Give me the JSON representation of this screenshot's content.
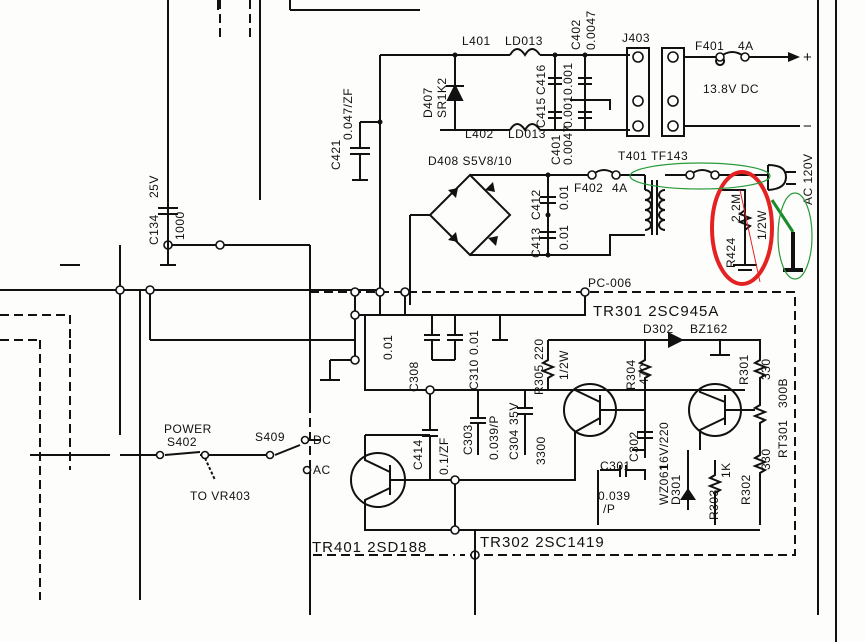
{
  "labels": {
    "l401": "L401",
    "ld013a": "LD013",
    "l402": "L402",
    "ld013b": "LD013",
    "c402": "C402",
    "c402v": "0.0047",
    "c416": "C416",
    "c415": "C415",
    "c416v": "0.001",
    "c415v": "0.001",
    "d407": "D407",
    "d407v": "SR1K2",
    "j403": "J403",
    "f401": "F401",
    "f401v": "4A",
    "plus": "+",
    "minus": "−",
    "dc138": "13.8V   DC",
    "c421": "C421",
    "c421v": "0.047/ZF",
    "d408": "D408  S5V8/10",
    "c401": "C401",
    "c401v": "0.0047",
    "t401": "T401  TF143",
    "f402": "F402",
    "f402v": "4A",
    "c412": "C412",
    "c412v": "0.01",
    "c413": "C413",
    "c413v": "0.01",
    "r424": "R424",
    "r424v": "2.2M",
    "r424w": "1/2W",
    "ac120": "AC 120V",
    "c134": "C134",
    "c134v": "25V",
    "c134c": "1000",
    "pc006": "PC-006",
    "tr301": "TR301 2SC945A",
    "d302": "D302",
    "d302v": "BZ162",
    "r305": "R305",
    "r305v": "220",
    "r305w": "1/2W",
    "r304": "R304",
    "r304v": "470",
    "r301": "R301",
    "r301v": "330",
    "rt301": "RT301",
    "rt301v": "300B",
    "r302": "R302",
    "r302v": "330",
    "c308": "C308",
    "c308v": "0.01",
    "c309v": "0.01",
    "c310": "C310",
    "c303": "C303",
    "c303v": "0.039/P",
    "c304": "C304",
    "c304v": "35V",
    "c304c": "3300",
    "c302": "C302",
    "c302v": "16V/220",
    "d301": "D301",
    "d301v": "WZ061",
    "c301": "C301",
    "c301v": "0.039",
    "c301p": "/P",
    "r303": "R303",
    "r303v": "1K",
    "c414": "C414",
    "c414v": "0.1/ZF",
    "tr401": "TR401 2SD188",
    "tr302": "TR302 2SC1419",
    "power": "POWER",
    "s402": "S402",
    "s409": "S409",
    "dc": "DC",
    "ac": "AC",
    "tovr": "TO VR403"
  },
  "annotations": {
    "red_circle_color": "#e52222",
    "green_circle_color": "#2a9a3a"
  }
}
